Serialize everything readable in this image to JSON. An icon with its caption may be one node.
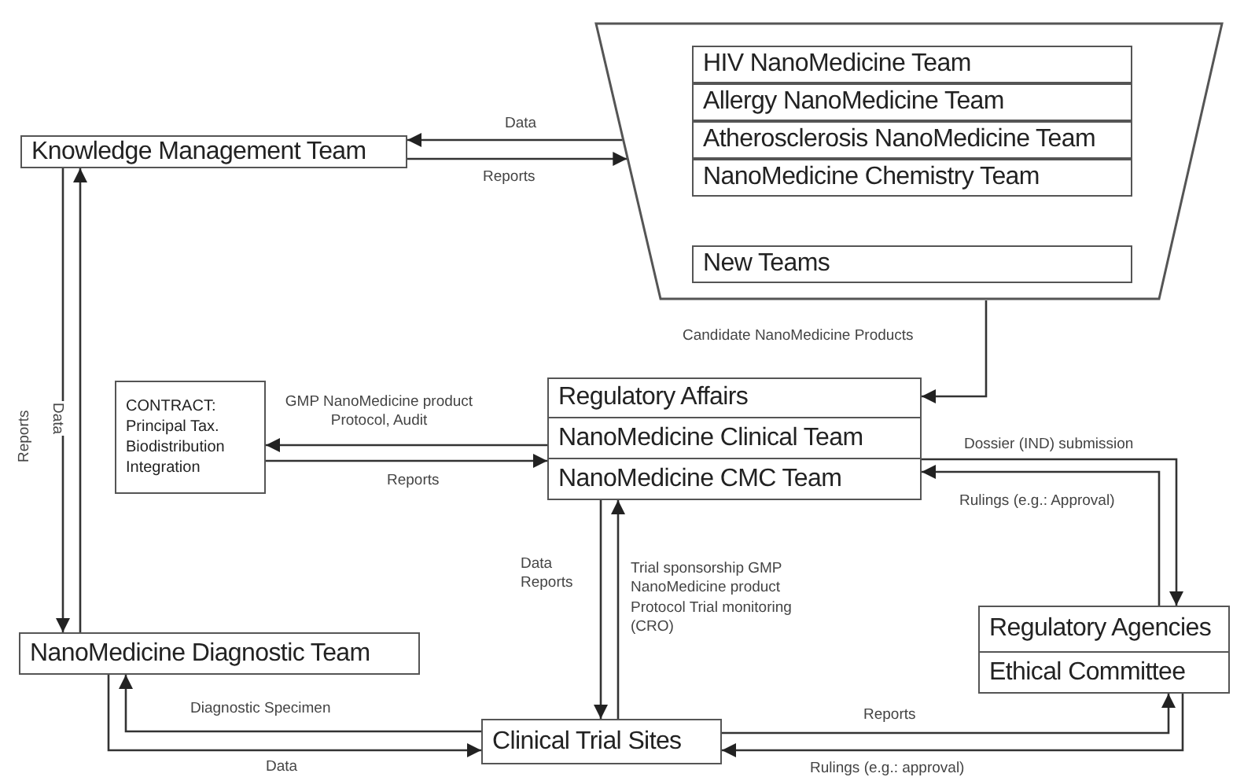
{
  "diagram": {
    "nodes": [
      {
        "text": [
          "Knowledge Management Team"
        ]
      },
      {
        "text": [],
        "shape": "trapezoid"
      },
      {
        "text": [
          "HIV NanoMedicine Team"
        ],
        "in": 1
      },
      {
        "text": [
          "Allergy NanoMedicine Team"
        ],
        "in": 1
      },
      {
        "text": [
          "Atherosclerosis NanoMedicine Team"
        ],
        "in": 1
      },
      {
        "text": [
          "NanoMedicine Chemistry Team"
        ],
        "in": 1
      },
      {
        "text": [
          "New Teams"
        ],
        "in": 1
      },
      {
        "text": [
          "CONTRACT:",
          "Principal Tax. Biodistribution Integration"
        ]
      },
      {
        "text": [
          "Regulatory Affairs"
        ]
      },
      {
        "text": [
          "NanoMedicine Clinical Team"
        ]
      },
      {
        "text": [
          "NanoMedicine CMC Team"
        ]
      },
      {
        "text": [
          "NanoMedicine Diagnostic Team"
        ]
      },
      {
        "text": [
          "Clinical Trial Sites"
        ]
      },
      {
        "text": [
          "Regulatory Agencies"
        ]
      },
      {
        "text": [
          "Ethical Committee"
        ]
      }
    ],
    "edges": [
      {
        "from": 1,
        "to": 0,
        "arrow": "to",
        "label": "Data"
      },
      {
        "from": 0,
        "to": 1,
        "arrow": "to",
        "label": "Reports"
      },
      {
        "from": 0,
        "to": 11,
        "arrow": "to",
        "label": "Reports"
      },
      {
        "from": 11,
        "to": 0,
        "arrow": "to",
        "label": "Data"
      },
      {
        "from": 1,
        "to": 8,
        "arrow": "to",
        "label": "Candidate NanoMedicine Products"
      },
      {
        "from": 9,
        "to": 7,
        "arrow": "to",
        "label": "GMP NanoMedicine product Protocol, Audit"
      },
      {
        "from": 7,
        "to": 9,
        "arrow": "to",
        "label": "Reports"
      },
      {
        "from": 9,
        "to": 13,
        "arrow": "to",
        "label": "Dossier (IND) submission"
      },
      {
        "from": 13,
        "to": 10,
        "arrow": "to",
        "label": "Rulings (e.g.: Approval)"
      },
      {
        "from": 10,
        "to": 12,
        "arrow": "to",
        "label": "Data Reports"
      },
      {
        "from": 12,
        "to": 10,
        "arrow": "to",
        "label": "Trial sponsorship GMP NanoMedicine product Protocol Trial monitoring (CRO)"
      },
      {
        "from": 12,
        "to": 14,
        "arrow": "to",
        "label": "Reports"
      },
      {
        "from": 14,
        "to": 12,
        "arrow": "to",
        "label": "Rulings (e.g.: approval)"
      },
      {
        "from": 12,
        "to": 11,
        "arrow": "to",
        "label": "Diagnostic Specimen"
      },
      {
        "from": 11,
        "to": 12,
        "arrow": "to",
        "label": "Data"
      }
    ]
  }
}
